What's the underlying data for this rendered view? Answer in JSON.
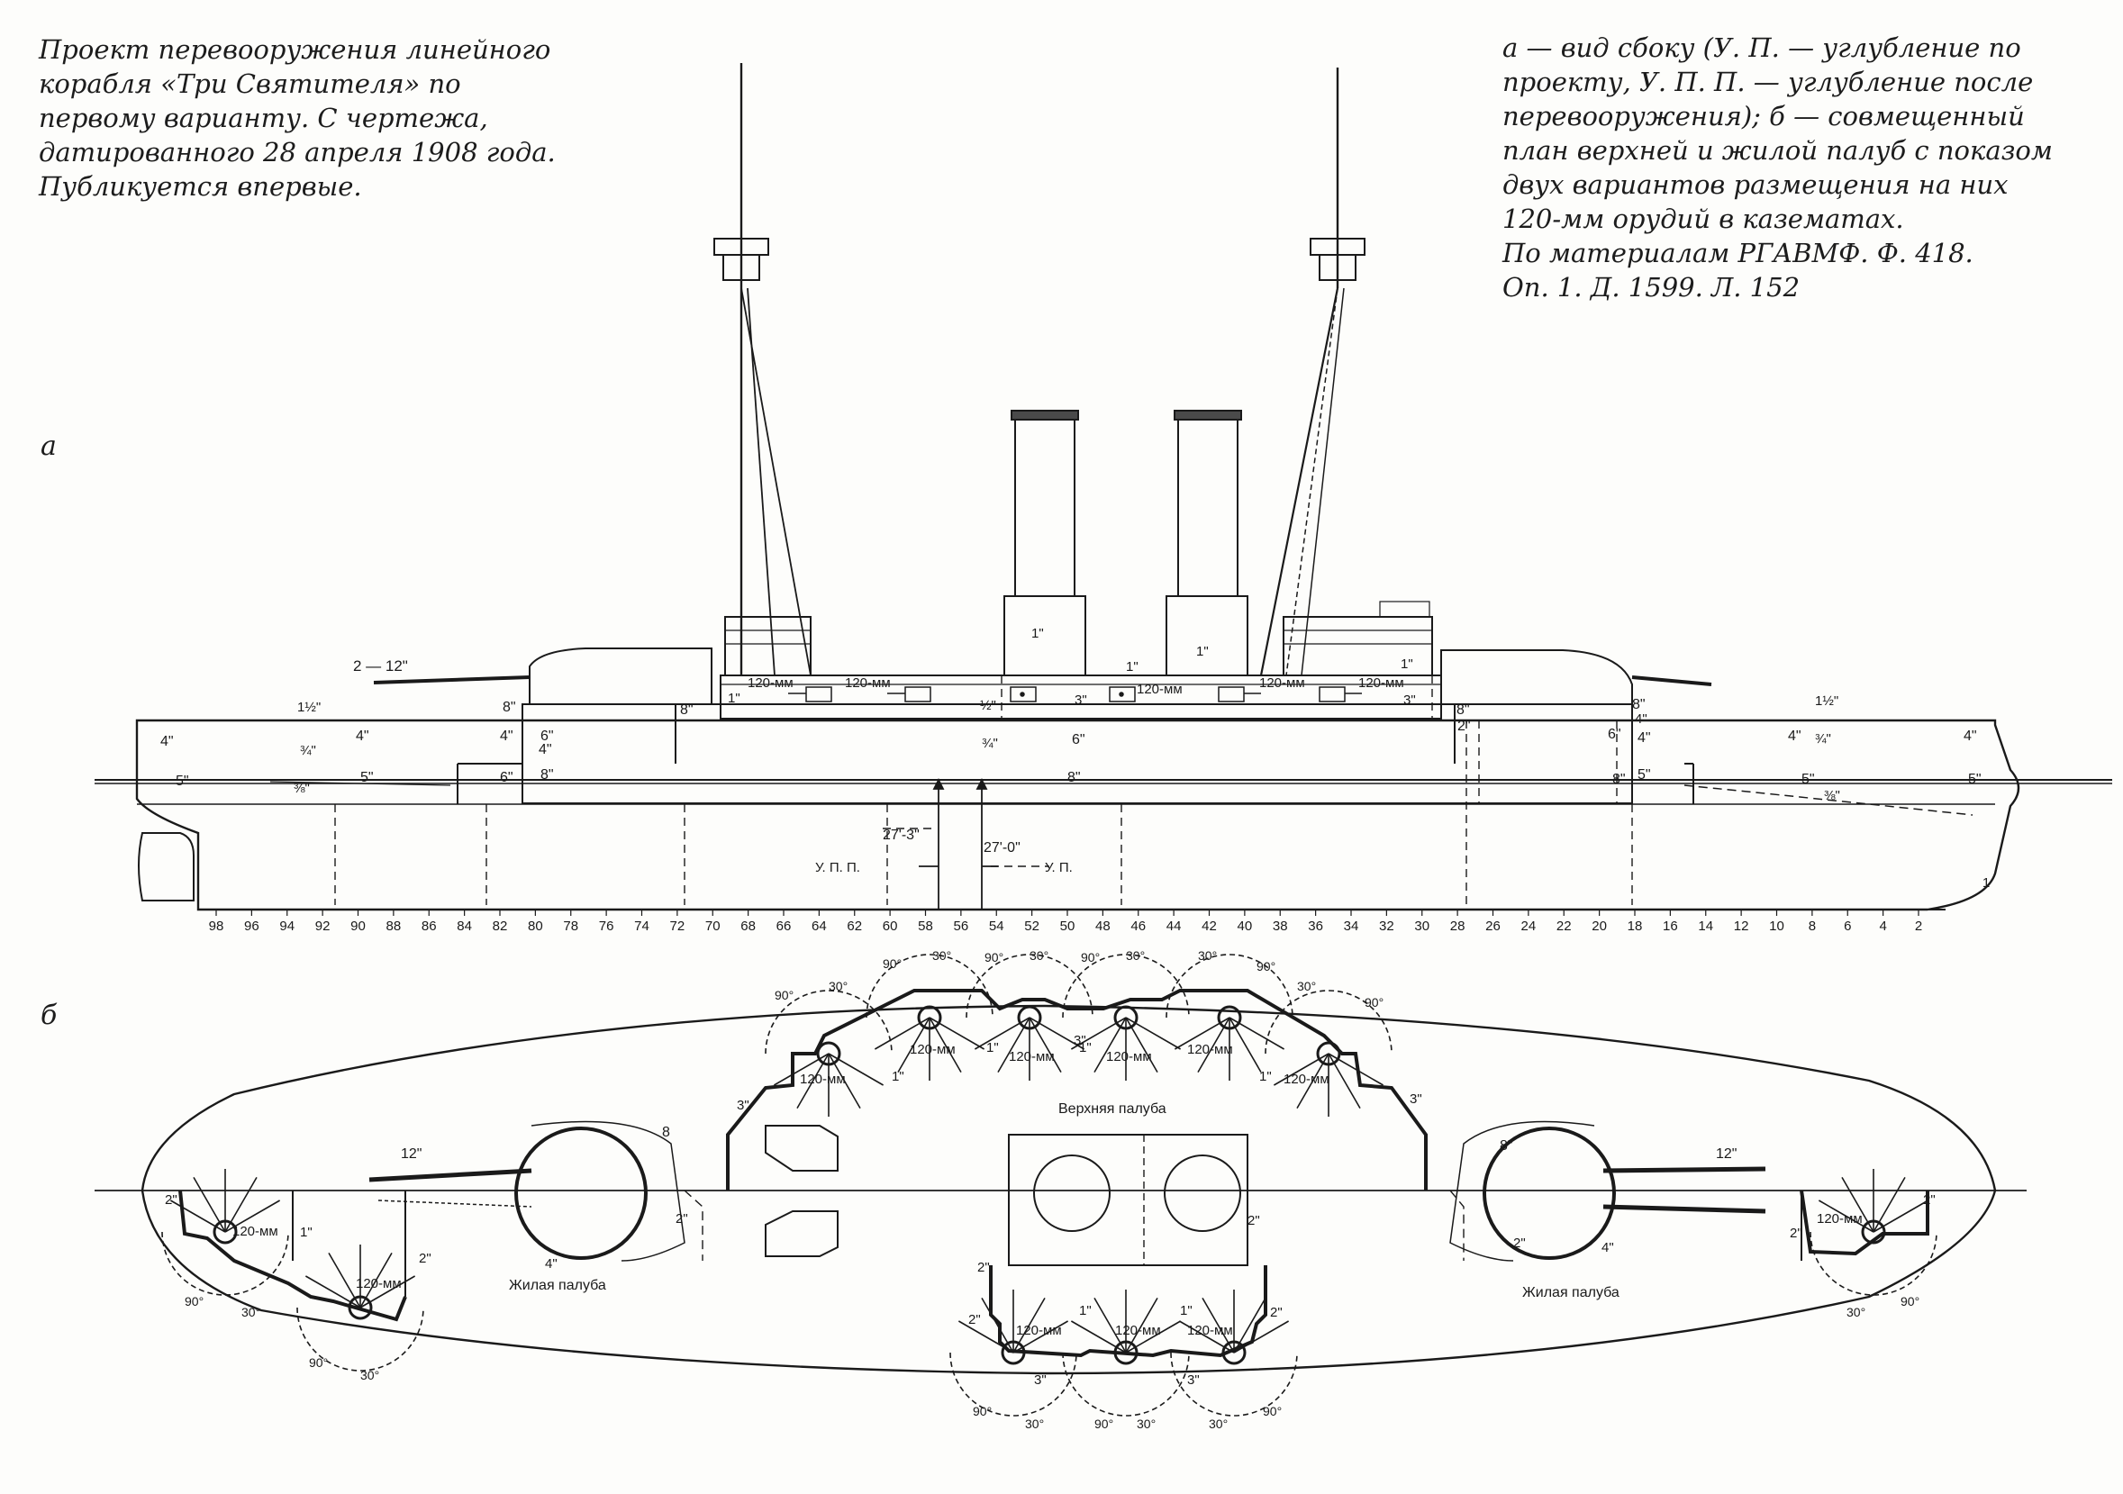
{
  "caption_left": [
    "Проект перевооружения линейного",
    "корабля «Три Святителя» по",
    "первому варианту. С чертежа,",
    "датированного 28 апреля 1908 года.",
    "Публикуется впервые."
  ],
  "caption_right": [
    "а — вид сбоку (У. П. — углубление по",
    "проекту, У. П. П. — углубление после",
    "перевооружения); б — совмещенный",
    "план верхней и жилой палуб с показом",
    "двух вариантов размещения на них",
    "120-мм орудий в казематах.",
    "По материалам РГАВМФ. Ф. 418.",
    "Оп. 1. Д. 1599. Л. 152"
  ],
  "view_a_letter": "а",
  "view_b_letter": "б",
  "side_view": {
    "main_gun_label": "2 — 12\"",
    "gun_120": "120-мм",
    "draft_upp_value": "27'-3\"",
    "draft_up_value": "27'-0\"",
    "draft_upp_label": "У. П. П.",
    "draft_up_label": "У. П.",
    "armor_1": "1\"",
    "armor_3": "3\"",
    "armor_4": "4\"",
    "armor_5": "5\"",
    "armor_6": "6\"",
    "armor_8": "8\"",
    "armor_2": "2\"",
    "armor_1_5": "1½\"",
    "armor_3_4": "¾\"",
    "armor_3_8": "⅜\"",
    "armor_1_2": "½\"",
    "frame_numbers": [
      "98",
      "96",
      "94",
      "92",
      "90",
      "88",
      "86",
      "84",
      "82",
      "80",
      "78",
      "76",
      "74",
      "72",
      "70",
      "68",
      "66",
      "64",
      "62",
      "60",
      "58",
      "56",
      "54",
      "52",
      "50",
      "48",
      "46",
      "44",
      "42",
      "40",
      "38",
      "36",
      "34",
      "32",
      "30",
      "28",
      "26",
      "24",
      "22",
      "20",
      "18",
      "16",
      "14",
      "12",
      "10",
      "8",
      "6",
      "4",
      "2"
    ],
    "frame_one": "1"
  },
  "plan_view": {
    "upper_deck": "Верхняя палуба",
    "living_deck": "Жилая палуба",
    "gun_12": "12\"",
    "gun_120": "120-мм",
    "angle_90": "90°",
    "angle_30": "30°",
    "armor_1": "1\"",
    "armor_2": "2\"",
    "armor_3": "3\"",
    "armor_4": "4\"",
    "armor_8": "8\"",
    "barbette_8": "8"
  }
}
